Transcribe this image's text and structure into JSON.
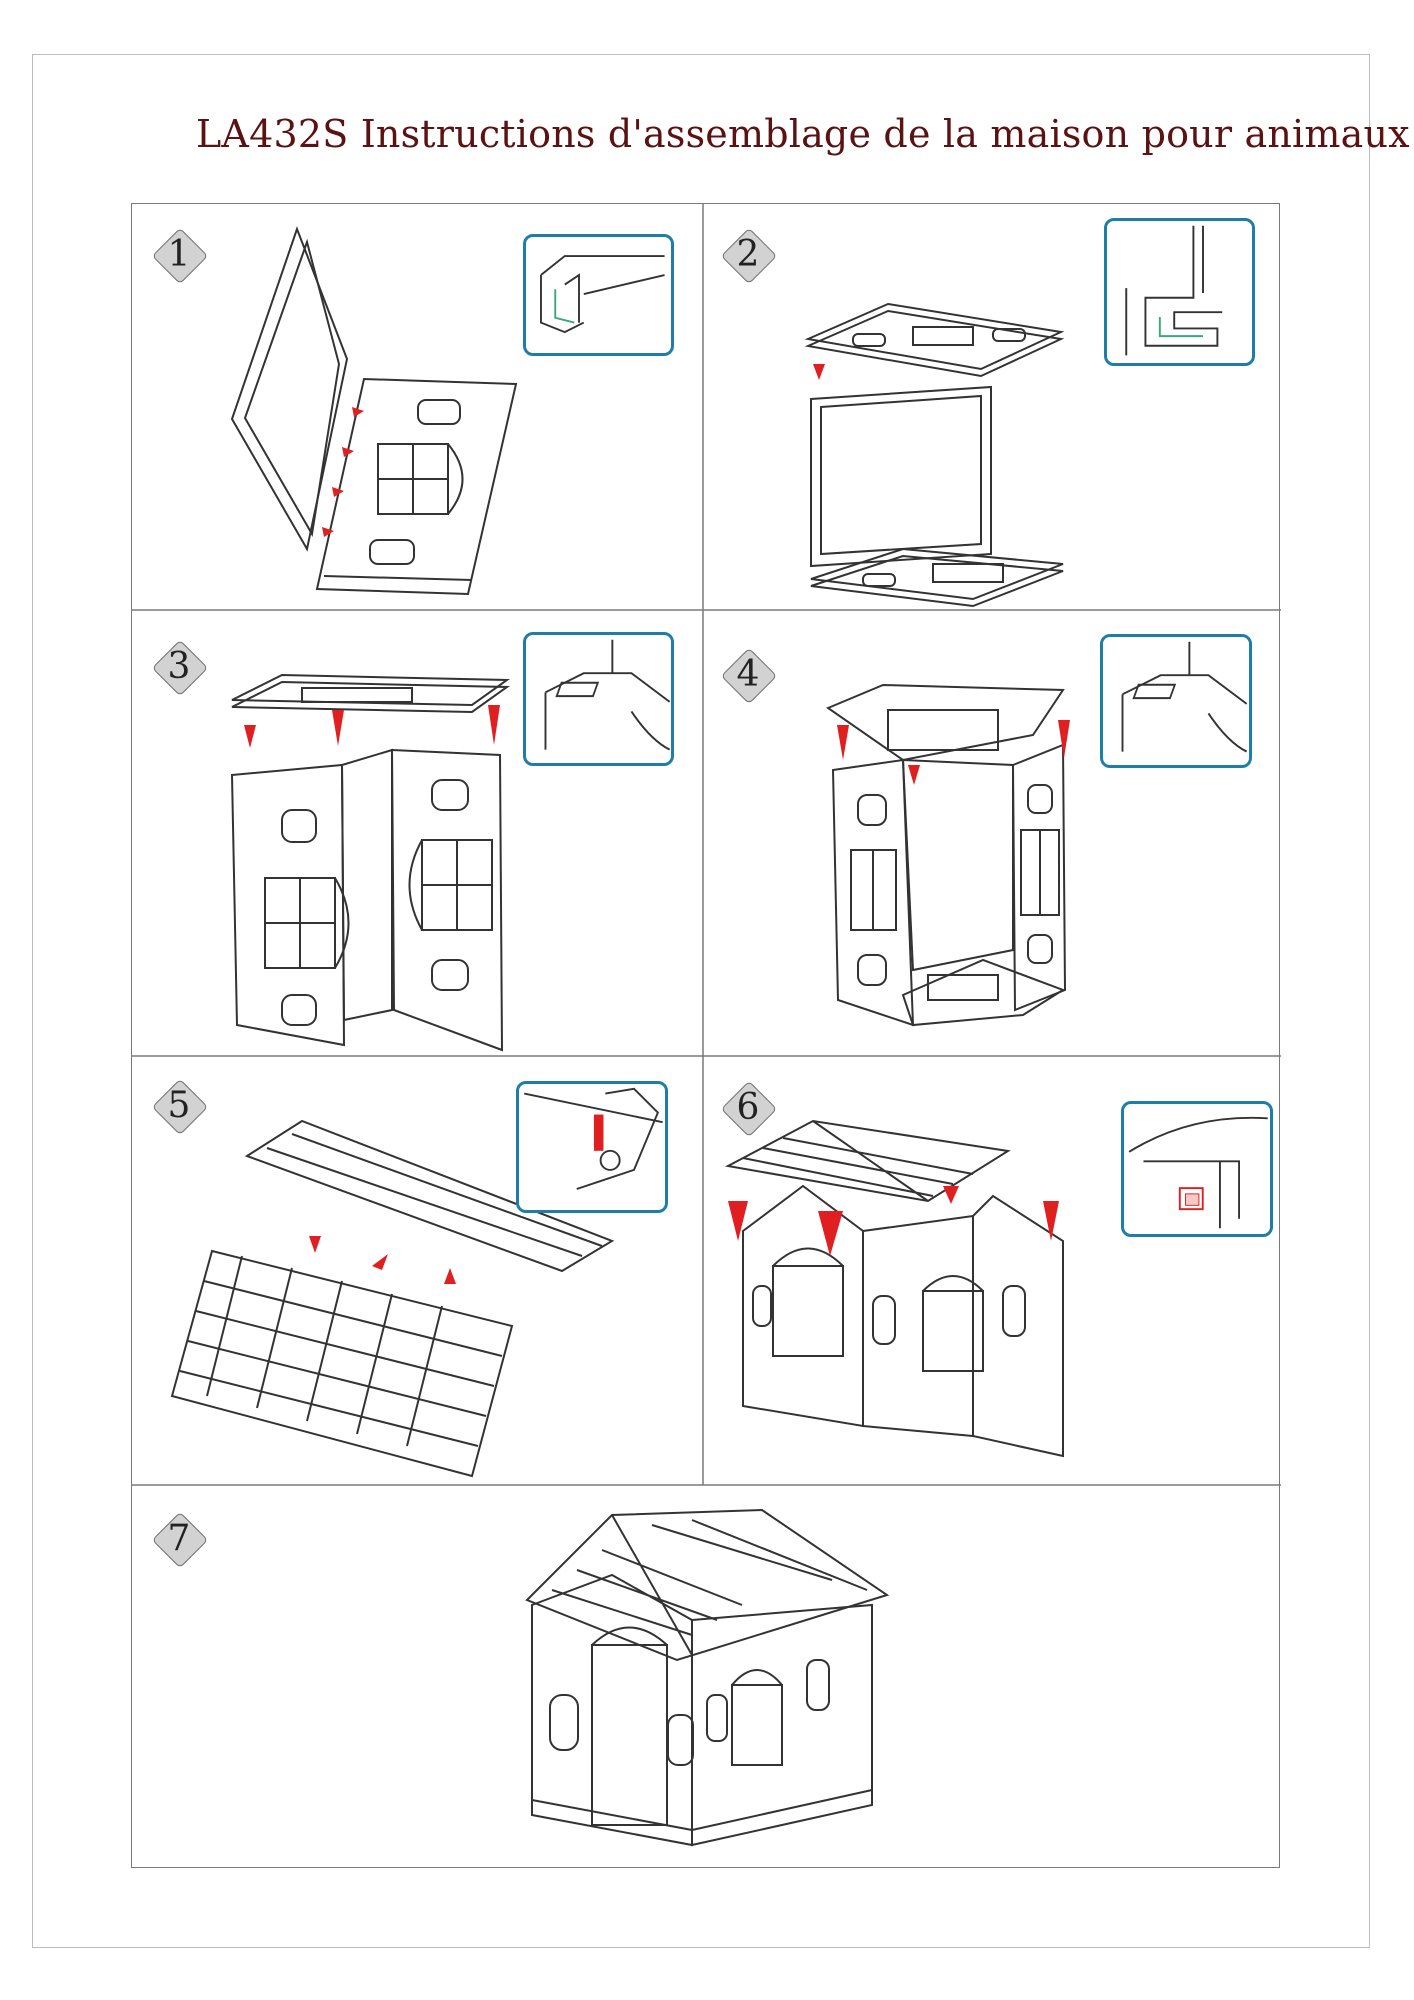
{
  "title": "LA432S Instructions d'assemblage de la maison pour animaux",
  "steps": [
    {
      "number": "1"
    },
    {
      "number": "2"
    },
    {
      "number": "3"
    },
    {
      "number": "4"
    },
    {
      "number": "5"
    },
    {
      "number": "6"
    },
    {
      "number": "7"
    }
  ],
  "colors": {
    "title": "#5a1212",
    "arrow": "#e02020",
    "detail_border": "#1f7ea8",
    "badge_fill": "#d2d2d2",
    "line": "#333333"
  },
  "icons": [
    "step-badge",
    "red-arrow",
    "detail-callout"
  ]
}
